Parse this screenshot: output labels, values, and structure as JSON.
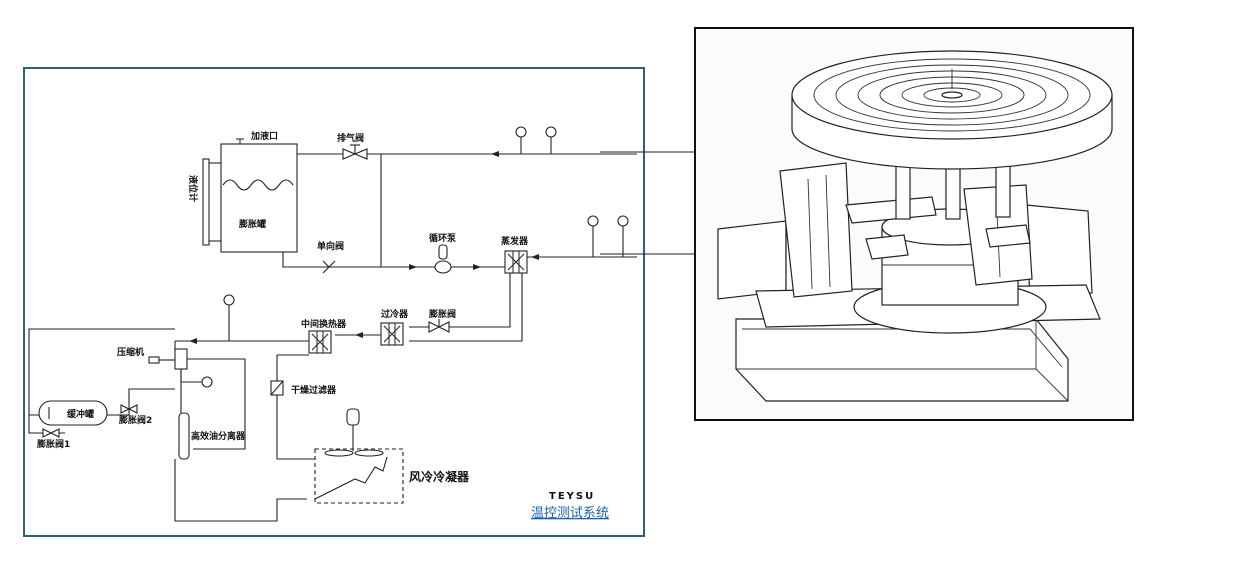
{
  "diagram": {
    "labels": {
      "fill_port": "加液口",
      "vent_valve": "排气阀",
      "level_gauge": "液位计",
      "expansion_tank": "膨胀罐",
      "check_valve": "单向阀",
      "circulation_pump": "循环泵",
      "evaporator": "蒸发器",
      "intermediate_hx": "中间换热器",
      "subcooler": "过冷器",
      "expansion_valve": "膨胀阀",
      "compressor": "压缩机",
      "buffer_tank": "缓冲罐",
      "expansion_valve_2": "膨胀阀2",
      "expansion_valve_1": "膨胀阀1",
      "oil_separator": "高效油分离器",
      "dry_filter": "干燥过滤器",
      "air_condenser": "风冷冷凝器"
    },
    "brand": {
      "logo": "TEYSU",
      "subtitle": "温控测试系统"
    }
  }
}
